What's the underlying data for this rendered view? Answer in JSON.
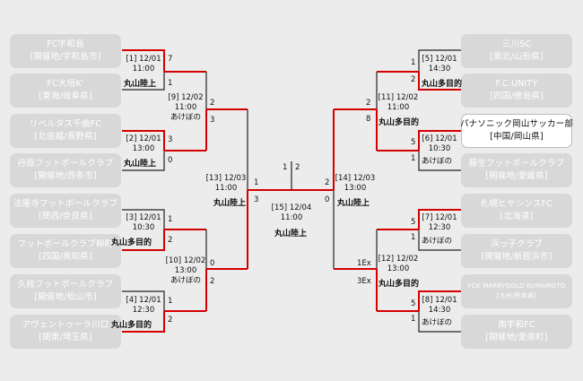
{
  "teams_left": [
    {
      "name": "FC宇和島",
      "region": "[開催地/宇和島市]",
      "highlight": false,
      "small": false
    },
    {
      "name": "FC大垣K'",
      "region": "[東海/岐阜県]",
      "highlight": false,
      "small": false
    },
    {
      "name": "リベルタス千曲FC",
      "region": "[北信越/長野県]",
      "highlight": false,
      "small": false
    },
    {
      "name": "丹原フットボールクラブ",
      "region": "[開催地/西条市]",
      "highlight": false,
      "small": false
    },
    {
      "name": "法隆寺フットボールクラブ",
      "region": "[関西/奈良県]",
      "highlight": false,
      "small": false
    },
    {
      "name": "フットボールクラブ柳町",
      "region": "[四国/高知県]",
      "highlight": false,
      "small": false
    },
    {
      "name": "久枝フットボールクラブ",
      "region": "[開催地/松山市]",
      "highlight": false,
      "small": false
    },
    {
      "name": "アヴェントゥーラ川口",
      "region": "[関東/埼玉県]",
      "highlight": false,
      "small": false
    }
  ],
  "teams_right": [
    {
      "name": "三川SC",
      "region": "[東北/山形県]",
      "highlight": false,
      "small": false
    },
    {
      "name": "F.C.UNITY",
      "region": "[四国/徳島県]",
      "highlight": false,
      "small": false
    },
    {
      "name": "パナソニック岡山サッカー部",
      "region": "[中国/岡山県]",
      "highlight": true,
      "small": false
    },
    {
      "name": "藤生フットボールクラブ",
      "region": "[開催地/愛媛県]",
      "highlight": false,
      "small": false
    },
    {
      "name": "札幌ヒヤシンスFC",
      "region": "[北海道]",
      "highlight": false,
      "small": false
    },
    {
      "name": "浜っ子クラブ",
      "region": "[開催地/新居浜市]",
      "highlight": false,
      "small": false
    },
    {
      "name": "FCK MARRYGOLD KUMAMOTO",
      "region": "[九州/熊本県]",
      "highlight": false,
      "small": true
    },
    {
      "name": "南宇和FC",
      "region": "[開催地/愛南町]",
      "highlight": false,
      "small": false
    }
  ],
  "matches": [
    {
      "id": "m1",
      "label": "[1] 12/01",
      "time": "11:00",
      "venue": "丸山陸上"
    },
    {
      "id": "m2",
      "label": "[2] 12/01",
      "time": "13:00",
      "venue": "丸山陸上"
    },
    {
      "id": "m3",
      "label": "[3] 12/01",
      "time": "10:30",
      "venue": "丸山多目的"
    },
    {
      "id": "m4",
      "label": "[4] 12/01",
      "time": "12:30",
      "venue": "丸山多目的"
    },
    {
      "id": "m5",
      "label": "[5] 12/01",
      "time": "14:30",
      "venue": "丸山多目的"
    },
    {
      "id": "m6",
      "label": "[6] 12/01",
      "time": "10:30",
      "venue": "あけぼの"
    },
    {
      "id": "m7",
      "label": "[7] 12/01",
      "time": "12:30",
      "venue": "あけぼの"
    },
    {
      "id": "m8",
      "label": "[8] 12/01",
      "time": "14:30",
      "venue": "あけぼの"
    },
    {
      "id": "m9",
      "label": "[9] 12/02",
      "time": "11:00",
      "venue": "あけぼの"
    },
    {
      "id": "m10",
      "label": "[10] 12/02",
      "time": "13:00",
      "venue": "あけぼの"
    },
    {
      "id": "m11",
      "label": "[11] 12/02",
      "time": "11:00",
      "venue": "丸山多目的"
    },
    {
      "id": "m12",
      "label": "[12] 12/02",
      "time": "13:00",
      "venue": "丸山多目的"
    },
    {
      "id": "m13",
      "label": "[13] 12/03",
      "time": "11:00",
      "venue": "丸山陸上"
    },
    {
      "id": "m14",
      "label": "[14] 12/03",
      "time": "13:00",
      "venue": "丸山陸上"
    },
    {
      "id": "m15",
      "label": "[15] 12/04",
      "time": "11:00",
      "venue": "丸山陸上"
    }
  ],
  "scores": {
    "m1": [
      "7",
      "1"
    ],
    "m2": [
      "3",
      "0"
    ],
    "m3": [
      "1",
      "2"
    ],
    "m4": [
      "1",
      "2"
    ],
    "m5": [
      "1",
      "2"
    ],
    "m6": [
      "5",
      "1"
    ],
    "m7": [
      "5",
      "1"
    ],
    "m8": [
      "5",
      "1"
    ],
    "m9": [
      "2",
      "3"
    ],
    "m10": [
      "0",
      "2"
    ],
    "m11": [
      "2",
      "8"
    ],
    "m12": [
      "1Ex",
      "3Ex"
    ],
    "m13": [
      "1",
      "3"
    ],
    "m14": [
      "2",
      "0"
    ],
    "m15": [
      "1",
      "2"
    ]
  },
  "colors": {
    "win_line": "#d40000",
    "line": "#222222",
    "team_box": "#d8d8d8",
    "background": "#ececec"
  }
}
